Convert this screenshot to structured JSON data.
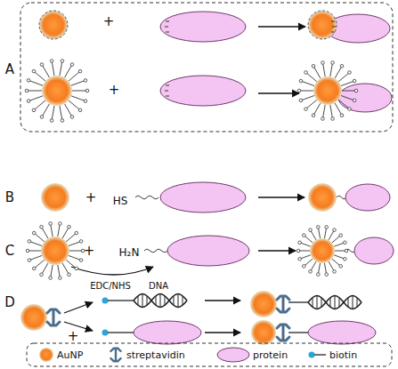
{
  "diagram": {
    "labels": [
      "A",
      "+",
      "+",
      "B",
      "+",
      "HS",
      "C",
      "+",
      "H₂N",
      "EDC/NHS",
      "D",
      "+",
      "DNA"
    ],
    "legend": [
      {
        "text": "AuNP"
      },
      {
        "text": "streptavidin"
      },
      {
        "text": "protein"
      },
      {
        "text": "biotin"
      }
    ]
  }
}
